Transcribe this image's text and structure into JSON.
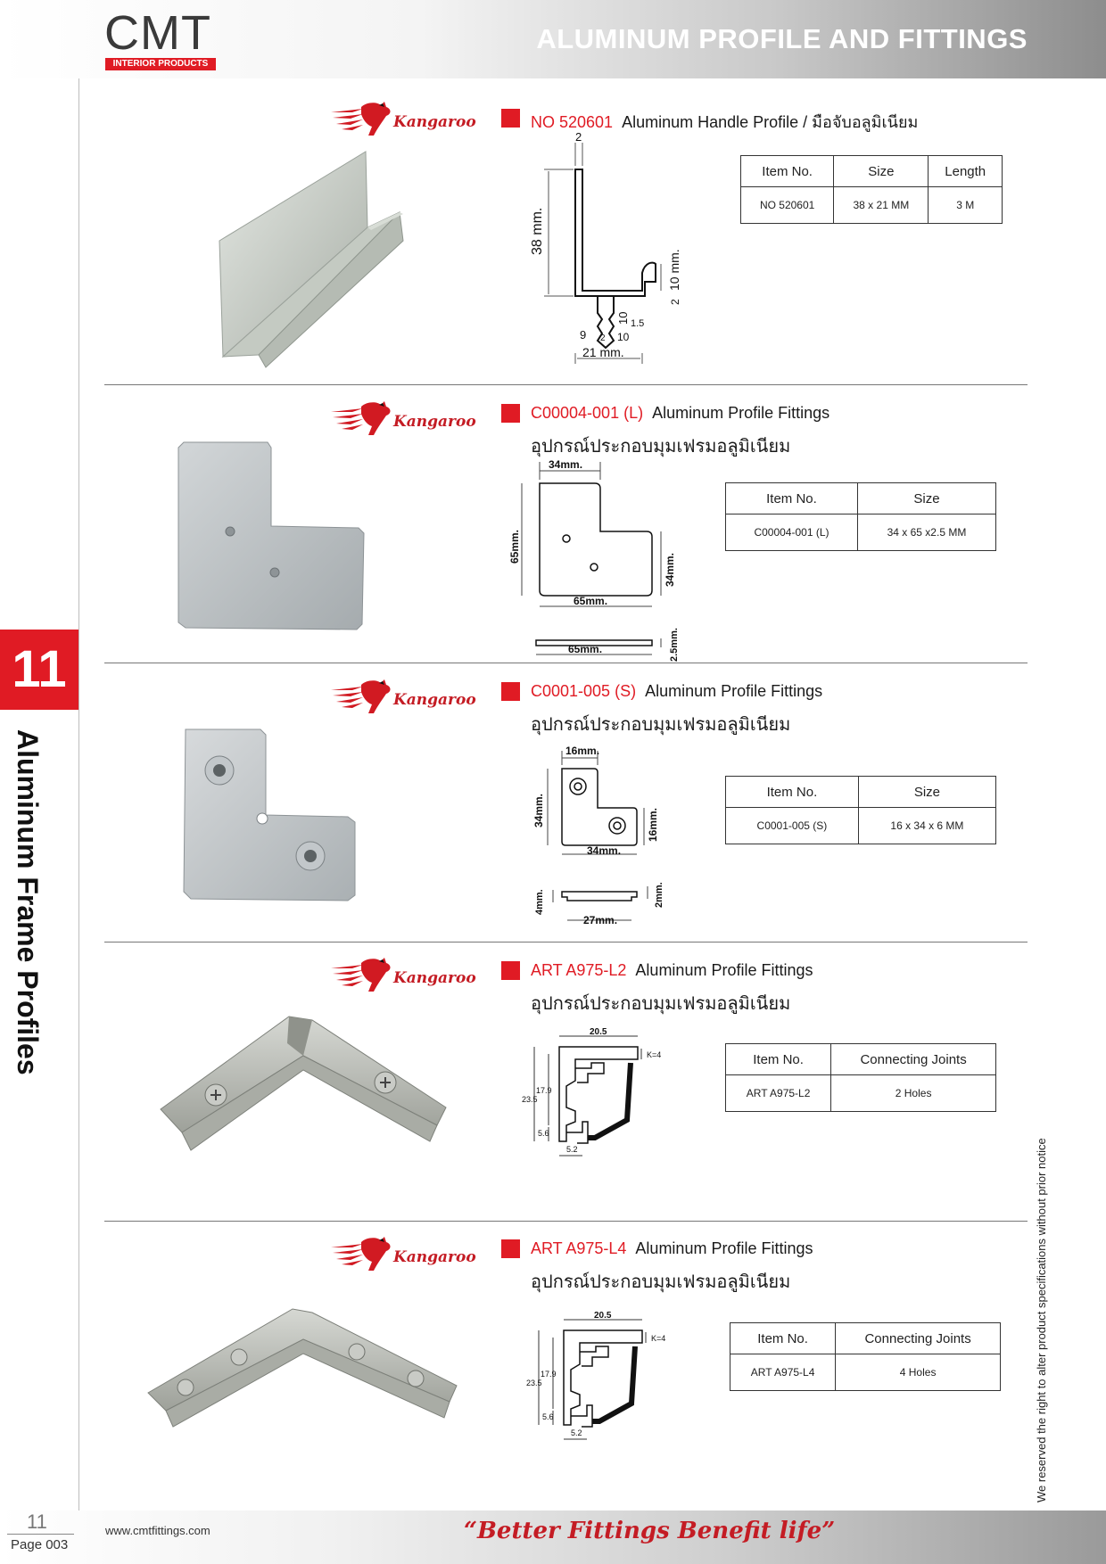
{
  "header": {
    "logo_text": "CMT",
    "logo_sub": "INTERIOR PRODUCTS",
    "title": "ALUMINUM PROFILE AND FITTINGS"
  },
  "sidebar": {
    "chapter_number": "11",
    "chapter_title": "Aluminum Frame Profiles"
  },
  "brand_text": "Kangaroo",
  "products": [
    {
      "code": "NO 520601",
      "name": "Aluminum Handle Profile / มือจับอลูมิเนียม",
      "name_th": "",
      "table": {
        "headers": [
          "Item No.",
          "Size",
          "Length"
        ],
        "row": [
          "NO 520601",
          "38 x 21 MM",
          "3 M"
        ]
      },
      "dims": {
        "top": "2",
        "height": "38 mm.",
        "lip": "10 mm.",
        "right": "2",
        "stem": "10",
        "small": "1.5",
        "b1": "9",
        "b2": "2",
        "b3": "10",
        "width": "21 mm."
      }
    },
    {
      "code": "C00004-001 (L)",
      "name": "Aluminum Profile Fittings",
      "name_th": "อุปกรณ์ประกอบมุมเฟรมอลูมิเนียม",
      "table": {
        "headers": [
          "Item No.",
          "Size"
        ],
        "row": [
          "C00004-001 (L)",
          "34 x 65 x2.5 MM"
        ]
      },
      "dims": {
        "top": "34mm.",
        "left": "65mm.",
        "right": "34mm.",
        "bottom": "65mm.",
        "side_w": "65mm.",
        "side_t": "2.5mm."
      }
    },
    {
      "code": "C0001-005 (S)",
      "name": "Aluminum Profile Fittings",
      "name_th": "อุปกรณ์ประกอบมุมเฟรมอลูมิเนียม",
      "table": {
        "headers": [
          "Item No.",
          "Size"
        ],
        "row": [
          "C0001-005 (S)",
          "16 x 34 x 6 MM"
        ]
      },
      "dims": {
        "top": "16mm.",
        "left": "34mm.",
        "right": "16mm.",
        "bottom": "34mm.",
        "side_l": "4mm.",
        "side_r": "2mm.",
        "side_w": "27mm."
      }
    },
    {
      "code": "ART A975-L2",
      "name": "Aluminum Profile Fittings",
      "name_th": "อุปกรณ์ประกอบมุมเฟรมอลูมิเนียม",
      "table": {
        "headers": [
          "Item No.",
          "Connecting Joints"
        ],
        "row": [
          "ART A975-L2",
          "2 Holes"
        ]
      },
      "dims": {
        "top": "20.5",
        "k": "K=4",
        "outer": "23.5",
        "inner": "17.9",
        "low": "5.6",
        "bottom": "5.2"
      }
    },
    {
      "code": "ART A975-L4",
      "name": "Aluminum Profile Fittings",
      "name_th": "อุปกรณ์ประกอบมุมเฟรมอลูมิเนียม",
      "table": {
        "headers": [
          "Item No.",
          "Connecting Joints"
        ],
        "row": [
          "ART A975-L4",
          "4 Holes"
        ]
      },
      "dims": {
        "top": "20.5",
        "k": "K=4",
        "outer": "23.5",
        "inner": "17.9",
        "low": "5.6",
        "bottom": "5.2"
      }
    }
  ],
  "notice": "We reserved the right to alter product specifications without prior notice",
  "footer": {
    "page_number": "11",
    "page_label": "Page 003",
    "url": "www.cmtfittings.com",
    "slogan": "“Better Fittings Benefit life”"
  },
  "colors": {
    "accent_red": "#e01b24",
    "rule_gray": "#777777"
  }
}
